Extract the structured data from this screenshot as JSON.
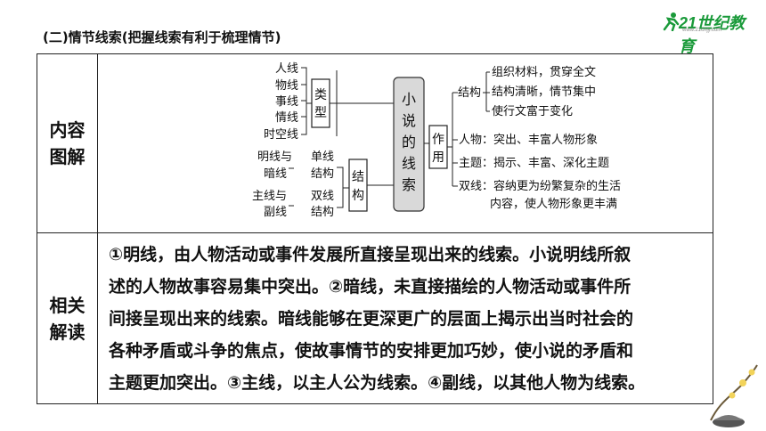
{
  "heading": "(二)情节线索(把握线索有利于梳理情节)",
  "logo": {
    "text": "21世纪教育",
    "sub": "www.21cnjy.com"
  },
  "table": {
    "row1_label": [
      "内容",
      "图解"
    ],
    "row2_label": [
      "相关",
      "解读"
    ]
  },
  "diagram": {
    "left_list": [
      "人线",
      "物线",
      "事线",
      "情线",
      "时空线"
    ],
    "type_box": [
      "类",
      "型"
    ],
    "pair1": {
      "left": [
        "明线与",
        "暗线"
      ],
      "right": [
        "单线",
        "结构"
      ]
    },
    "pair2": {
      "left": [
        "主线与",
        "副线"
      ],
      "right": [
        "双线",
        "结构"
      ]
    },
    "structure_box": [
      "结",
      "构"
    ],
    "center_box": [
      "小",
      "说",
      "的",
      "线",
      "索"
    ],
    "function_box": [
      "作",
      "用"
    ],
    "structure_label": "结构",
    "structure_items": [
      "组织材料，贯穿全文",
      "结构清晰，情节集中",
      "使行文富于变化"
    ],
    "character": "人物：突出、丰富人物形象",
    "theme": "主题：揭示、丰富、深化主题",
    "double_line": [
      "双线：容纳更为纷繁复杂的生活",
      "内容，使人物形象更丰满"
    ]
  },
  "reading_lines": [
    "①明线，由人物活动或事件发展所直接呈现出来的线索。小说明线所叙",
    "述的人物故事容易集中突出。②暗线，未直接描绘的人物活动或事件所",
    "间接呈现出来的线索。暗线能够在更深更广的层面上揭示出当时社会的",
    "各种矛盾或斗争的焦点，使故事情节的安排更加巧妙，使小说的矛盾和",
    "主题更加突出。③主线，以主人公为线索。④副线，以其他人物为线索。"
  ],
  "colors": {
    "logo_green": "#1a9a3a",
    "center_box_fill": "#d9d9d9"
  }
}
